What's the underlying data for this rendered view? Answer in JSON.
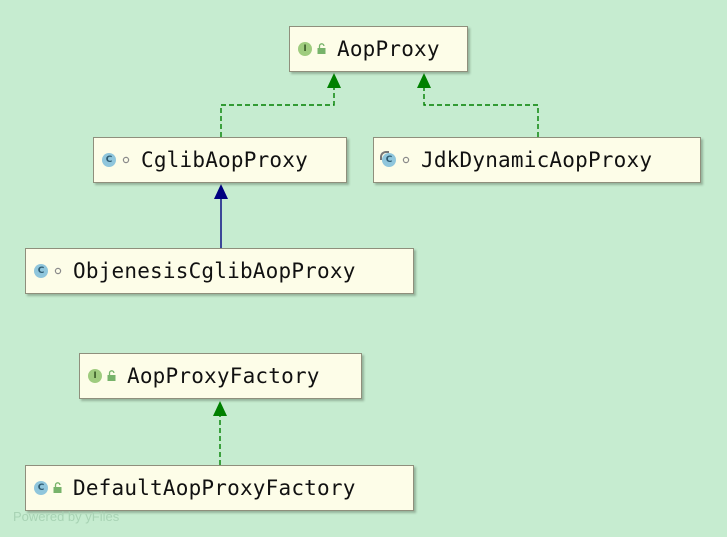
{
  "nodes": {
    "aop_proxy": {
      "label": "AopProxy",
      "kind": "I",
      "visibility": "public"
    },
    "cglib_aop_proxy": {
      "label": "CglibAopProxy",
      "kind": "C",
      "visibility": "package"
    },
    "jdk_dynamic_aop_proxy": {
      "label": "JdkDynamicAopProxy",
      "kind": "C",
      "visibility": "package"
    },
    "objenesis_cglib_aop_proxy": {
      "label": "ObjenesisCglibAopProxy",
      "kind": "C",
      "visibility": "package"
    },
    "aop_proxy_factory": {
      "label": "AopProxyFactory",
      "kind": "I",
      "visibility": "public"
    },
    "default_aop_proxy_factory": {
      "label": "DefaultAopProxyFactory",
      "kind": "C",
      "visibility": "public"
    }
  },
  "edges": [
    {
      "from": "cglib_aop_proxy",
      "to": "aop_proxy",
      "type": "implements"
    },
    {
      "from": "jdk_dynamic_aop_proxy",
      "to": "aop_proxy",
      "type": "implements"
    },
    {
      "from": "objenesis_cglib_aop_proxy",
      "to": "cglib_aop_proxy",
      "type": "extends"
    },
    {
      "from": "default_aop_proxy_factory",
      "to": "aop_proxy_factory",
      "type": "implements"
    }
  ],
  "colors": {
    "background": "#c6ecd0",
    "node_fill": "#fdfde8",
    "implements_edge": "#008000",
    "extends_edge": "#000080"
  },
  "watermark": "Powered by yFiles"
}
